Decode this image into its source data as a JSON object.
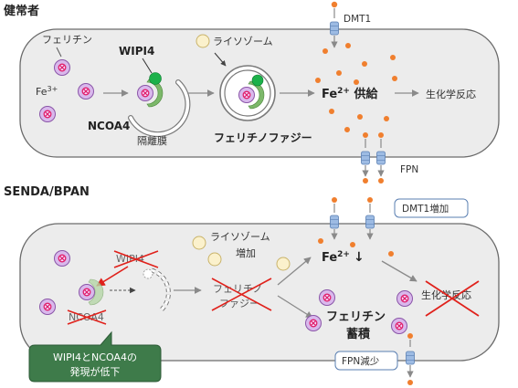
{
  "healthy": {
    "section_title": "健常者",
    "ferritin_label": "フェリチン",
    "fe3_label": "Fe",
    "fe3_sup": "3+",
    "ncoa4_label": "NCOA4",
    "wipi4_label": "WIPI4",
    "lysosome_label": "ライソゾーム",
    "membrane_label": "隔離膜",
    "ferritinophagy_label": "フェリチノファジー",
    "fe2_label": "Fe",
    "fe2_sup": "2+",
    "supply_label": " 供給",
    "reaction_label": "生化学反応",
    "dmt1_label": "DMT1",
    "fpn_label": "FPN"
  },
  "patient": {
    "section_title": "SENDA/BPAN",
    "wipi4_label": "WIPI4",
    "ncoa4_label": "NCOA4",
    "lysosome_label": "ライソゾーム",
    "lysosome_increase_label": "増加",
    "ferritinophagy_line1": "フェリチノ",
    "ferritinophagy_line2": "ファジー",
    "fe2_label": "Fe",
    "fe2_sup": "2+",
    "fe2_arrow": "↓",
    "reaction_label": "生化学反応",
    "ferritin_line1": "フェリチン",
    "ferritin_line2": "蓄積",
    "dmt1_callout": "DMT1増加",
    "fpn_callout": "FPN減少",
    "expression_callout_line1": "WIPI4とNCOA4の",
    "expression_callout_line2": "発現が低下"
  },
  "colors": {
    "cell_fill": "#ececec",
    "cell_stroke": "#6b6b6b",
    "iron_dot": "#f07f2e",
    "ferritin_fill": "#d9b8ec",
    "ferritin_ring": "#8a55a8",
    "ferritin_core": "#e0206a",
    "ncoa4_green": "#7cb86a",
    "wipi4_green": "#1cb14a",
    "lysosome_fill": "#fbf1cc",
    "cross_red": "#e0211b",
    "callout_green": "#3e7b4a",
    "transporter_blue": "#7fa6d8"
  }
}
